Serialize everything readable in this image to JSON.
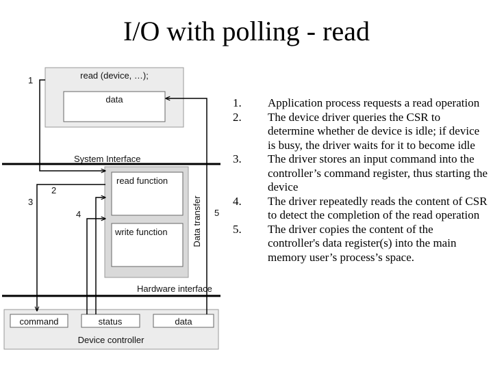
{
  "title": "I/O with polling - read",
  "diagram": {
    "app_call": "read (device, …);",
    "data_box": "data",
    "system_interface": "System Interface",
    "read_function": "read function",
    "write_function": "write function",
    "data_transfer": "Data transfer",
    "hardware_interface": "Hardware interface",
    "command": "command",
    "status": "status",
    "data_register": "data",
    "device_controller": "Device controller",
    "arrow_numbers": [
      "1",
      "2",
      "3",
      "4",
      "5"
    ]
  },
  "steps": [
    {
      "number": "1.",
      "text": "Application process requests a read operation"
    },
    {
      "number": "2.",
      "text": "The device driver queries the CSR to determine whether de device is idle; if device is busy, the driver waits for it to become idle"
    },
    {
      "number": "3.",
      "text": "The driver stores an input command into the controller’s command register, thus starting the device"
    },
    {
      "number": "4.",
      "text": "The driver repeatedly reads the content of CSR to detect the completion of the read operation"
    },
    {
      "number": "5.",
      "text": "The driver copies the content of the controller's data register(s) into the main memory user’s process’s space."
    }
  ]
}
